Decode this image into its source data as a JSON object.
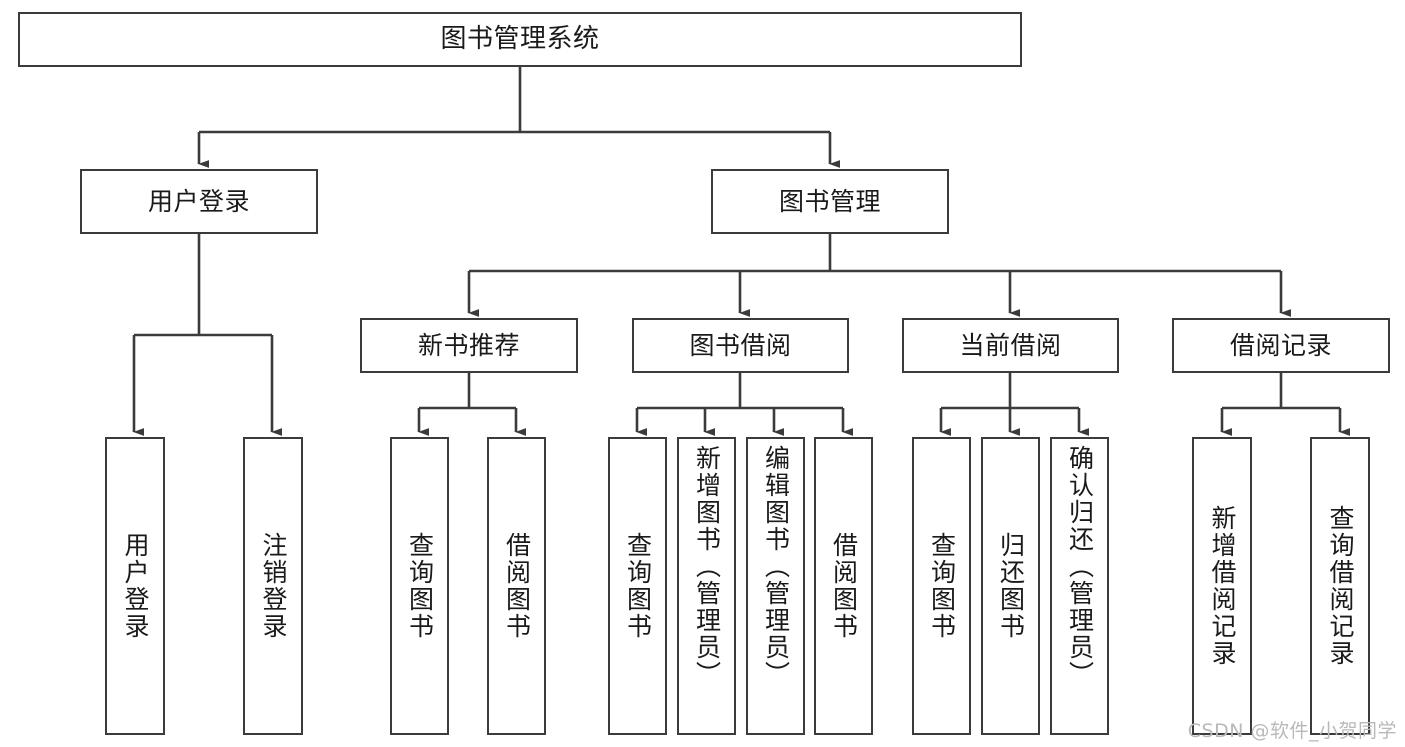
{
  "diagram": {
    "type": "tree-hierarchy",
    "title": "图书管理系统",
    "watermark": "CSDN @软件_小贺同学",
    "colors": {
      "stroke": "#3b3b3b",
      "fill": "#ffffff",
      "text": "#1a1a1a",
      "watermark": "#b9b9b9"
    },
    "nodes": {
      "root": {
        "label": "图书管理系统"
      },
      "level2": [
        {
          "id": "user-login",
          "label": "用户登录"
        },
        {
          "id": "book-manage",
          "label": "图书管理"
        }
      ],
      "level3": [
        {
          "id": "new-book-rec",
          "label": "新书推荐"
        },
        {
          "id": "book-borrow",
          "label": "图书借阅"
        },
        {
          "id": "current-borrow",
          "label": "当前借阅"
        },
        {
          "id": "borrow-record",
          "label": "借阅记录"
        }
      ],
      "leaves": {
        "user_login": [
          {
            "id": "leaf-user-login",
            "label": "用户登录"
          },
          {
            "id": "leaf-logout-login",
            "label": "注销登录"
          }
        ],
        "new_book_rec": [
          {
            "id": "leaf-query-book-1",
            "label": "查询图书"
          },
          {
            "id": "leaf-borrow-book-1",
            "label": "借阅图书"
          }
        ],
        "book_borrow": [
          {
            "id": "leaf-query-book-2",
            "label": "查询图书"
          },
          {
            "id": "leaf-add-book",
            "label": "新增图书（管理员）"
          },
          {
            "id": "leaf-edit-book",
            "label": "编辑图书（管理员）"
          },
          {
            "id": "leaf-borrow-book-2",
            "label": "借阅图书"
          }
        ],
        "current_borrow": [
          {
            "id": "leaf-query-book-3",
            "label": "查询图书"
          },
          {
            "id": "leaf-return-book",
            "label": "归还图书"
          },
          {
            "id": "leaf-confirm-return",
            "label": "确认归还（管理员）"
          }
        ],
        "borrow_record": [
          {
            "id": "leaf-add-record",
            "label": "新增借阅记录"
          },
          {
            "id": "leaf-query-record",
            "label": "查询借阅记录"
          }
        ]
      }
    }
  }
}
